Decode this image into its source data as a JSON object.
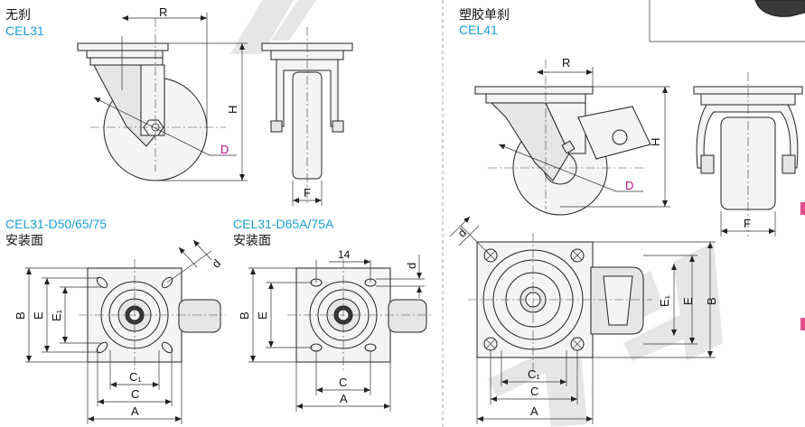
{
  "cel31": {
    "type_cn": "无刹",
    "code": "CEL31"
  },
  "cel41": {
    "type_cn": "塑胶单刹",
    "code": "CEL41"
  },
  "plate_a": {
    "code": "CEL31-D50/65/75",
    "caption": "安装面"
  },
  "plate_b": {
    "code": "CEL31-D65A/75A",
    "caption": "安装面"
  },
  "dims": {
    "R": "R",
    "H": "H",
    "D": "D",
    "F": "F",
    "B": "B",
    "E": "E",
    "E1": "E₁",
    "C": "C",
    "C1": "C₁",
    "A": "A",
    "d": "d",
    "offset_14": "14"
  },
  "colors": {
    "code": "#1a9ed8",
    "dim_D": "#b0127a",
    "watermark": "#d9d9d9"
  }
}
